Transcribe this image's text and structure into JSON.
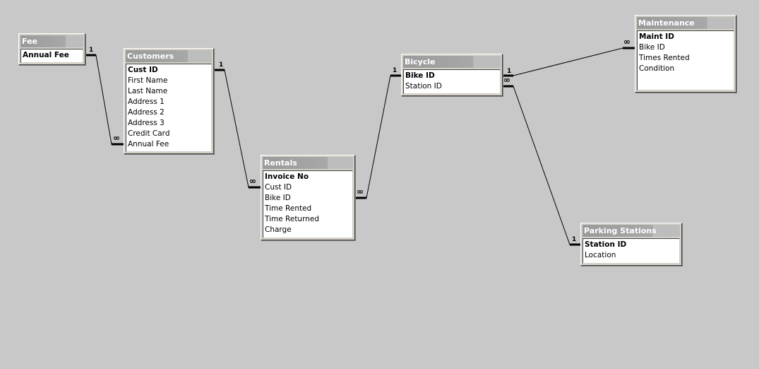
{
  "tables": {
    "fee": {
      "title": "Fee",
      "fields": [
        "Annual Fee"
      ],
      "pk": [
        0
      ]
    },
    "customers": {
      "title": "Customers",
      "fields": [
        "Cust ID",
        "First Name",
        "Last Name",
        "Address 1",
        "Address 2",
        "Address 3",
        "Credit Card",
        "Annual Fee"
      ],
      "pk": [
        0
      ]
    },
    "rentals": {
      "title": "Rentals",
      "fields": [
        "Invoice No",
        "Cust ID",
        "Bike ID",
        "Time Rented",
        "Time Returned",
        "Charge"
      ],
      "pk": [
        0
      ]
    },
    "bicycle": {
      "title": "Bicycle",
      "fields": [
        "Bike ID",
        "Station ID"
      ],
      "pk": [
        0
      ]
    },
    "maintenance": {
      "title": "Maintenance",
      "fields": [
        "Maint ID",
        "Bike ID",
        "Times Rented",
        "Condition"
      ],
      "pk": [
        0
      ]
    },
    "parking": {
      "title": "Parking Stations",
      "fields": [
        "Station ID",
        "Location"
      ],
      "pk": [
        0
      ]
    }
  },
  "cardinality": {
    "one": "1",
    "many": "∞"
  },
  "colors": {
    "background": "#c8c8c8",
    "title_bar": "#9a9a9a",
    "line": "#000000"
  }
}
